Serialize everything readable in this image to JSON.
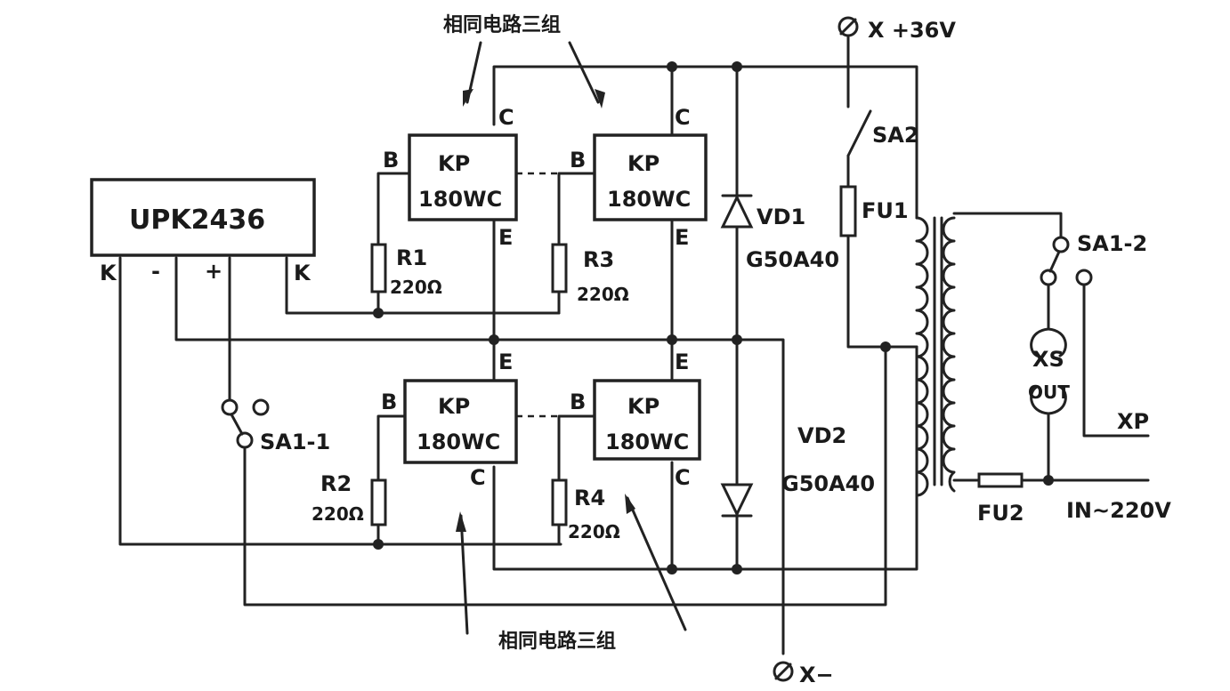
{
  "annotations": {
    "group_top": "相同电路三组",
    "group_bottom": "相同电路三组"
  },
  "controller": {
    "name": "UPK2436",
    "pin_k1": "K",
    "pin_minus": "-",
    "pin_plus": "+",
    "pin_k2": "K"
  },
  "modules": [
    {
      "line1": "KP",
      "line2": "180WC",
      "b": "B",
      "c": "C",
      "e": "E"
    },
    {
      "line1": "KP",
      "line2": "180WC",
      "b": "B",
      "c": "C",
      "e": "E"
    },
    {
      "line1": "KP",
      "line2": "180WC",
      "b": "B",
      "c": "C",
      "e": "E"
    },
    {
      "line1": "KP",
      "line2": "180WC",
      "b": "B",
      "c": "C",
      "e": "E"
    }
  ],
  "resistors": [
    {
      "name": "R1",
      "value": "220Ω"
    },
    {
      "name": "R3",
      "value": "220Ω"
    },
    {
      "name": "R2",
      "value": "220Ω"
    },
    {
      "name": "R4",
      "value": "220Ω"
    }
  ],
  "diodes": [
    {
      "name": "VD1",
      "part": "G50A40"
    },
    {
      "name": "VD2",
      "part": "G50A40"
    }
  ],
  "terminals": {
    "pos": "X +36V",
    "neg": "X−"
  },
  "switches": {
    "sa2": "SA2",
    "sa1_1": "SA1-1",
    "sa1_2": "SA1-2"
  },
  "fuses": {
    "fu1": "FU1",
    "fu2": "FU2"
  },
  "output": {
    "xs": "XS",
    "out": "OUT",
    "xp": "XP",
    "input": "IN~220V"
  }
}
